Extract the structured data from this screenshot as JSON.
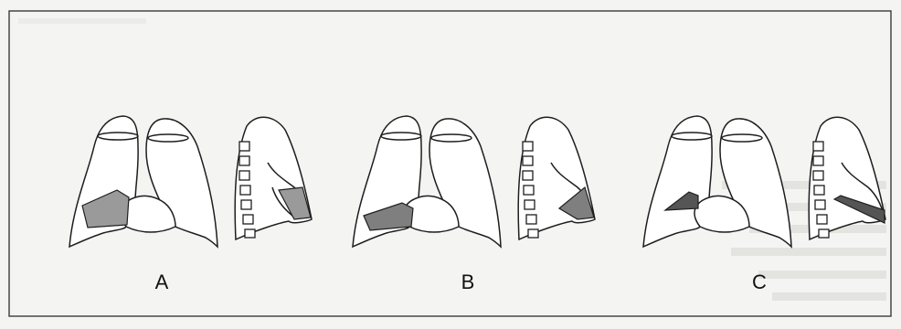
{
  "panels": [
    {
      "id": "A",
      "label": "A",
      "shading": "#9a9a9a"
    },
    {
      "id": "B",
      "label": "B",
      "shading": "#7f7f7f"
    },
    {
      "id": "C",
      "label": "C",
      "shading": "#555555"
    }
  ],
  "colors": {
    "frame": "#3a3a3a",
    "outline": "#1e1e1e",
    "paper": "#f4f4f2",
    "bleed_through": "#d6d6d3"
  }
}
